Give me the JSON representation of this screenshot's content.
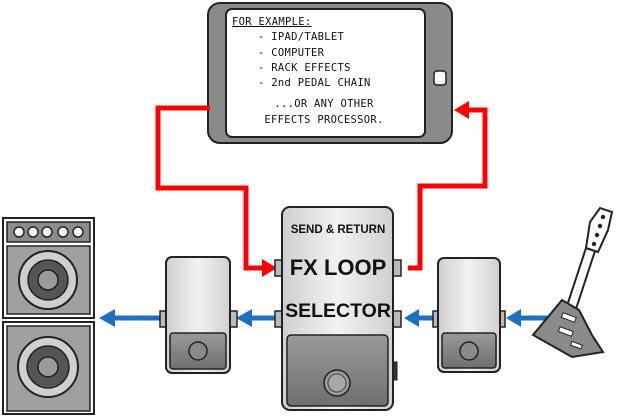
{
  "tablet": {
    "heading": "FOR EXAMPLE:",
    "items": [
      "- IPAD/TABLET",
      "- COMPUTER",
      "- RACK EFFECTS",
      "- 2nd PEDAL CHAIN"
    ],
    "footer_line1": "...OR ANY OTHER",
    "footer_line2": "EFFECTS PROCESSOR."
  },
  "fx_pedal": {
    "line1": "SEND & RETURN",
    "line2": "FX LOOP",
    "line3": "SELECTOR"
  },
  "colors": {
    "send_return_cable": "#ff0000",
    "signal_arrow": "#1f6fc0",
    "pedal_body": "#e6e6e6",
    "outline": "#222222"
  },
  "icons": [
    "amp-icon",
    "pedal-icon",
    "fx-loop-pedal-icon",
    "tablet-icon",
    "guitar-icon"
  ]
}
